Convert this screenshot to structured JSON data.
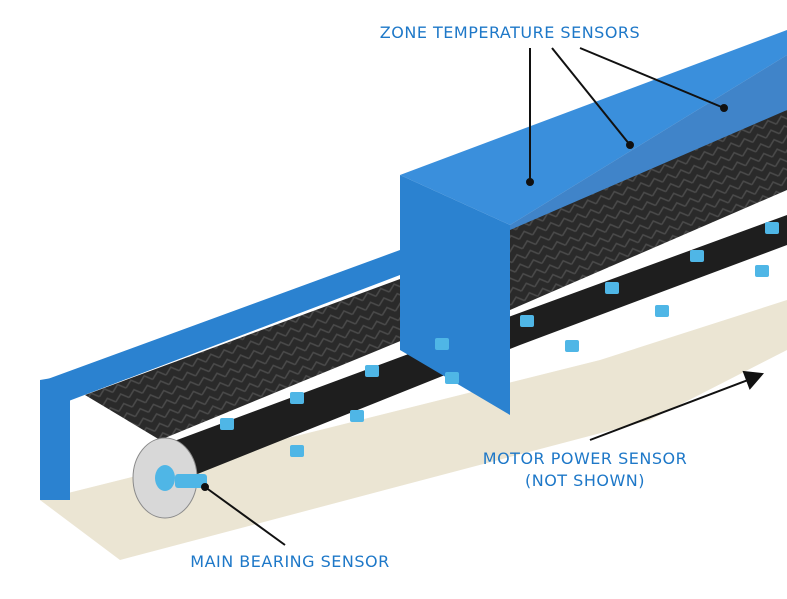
{
  "colors": {
    "label": "#1e78c8",
    "frame": "#2b82d0",
    "frame_dark": "#1a5a9c",
    "belt": "#2b2b2b",
    "floor": "#e9e2cf",
    "arrow": "#111111",
    "sensor": "#4fb6e6"
  },
  "labels": {
    "zone": "ZONE TEMPERATURE SENSORS",
    "motor_line1": "MOTOR POWER SENSOR",
    "motor_line2": "(NOT SHOWN)",
    "bearing": "MAIN BEARING SENSOR"
  }
}
